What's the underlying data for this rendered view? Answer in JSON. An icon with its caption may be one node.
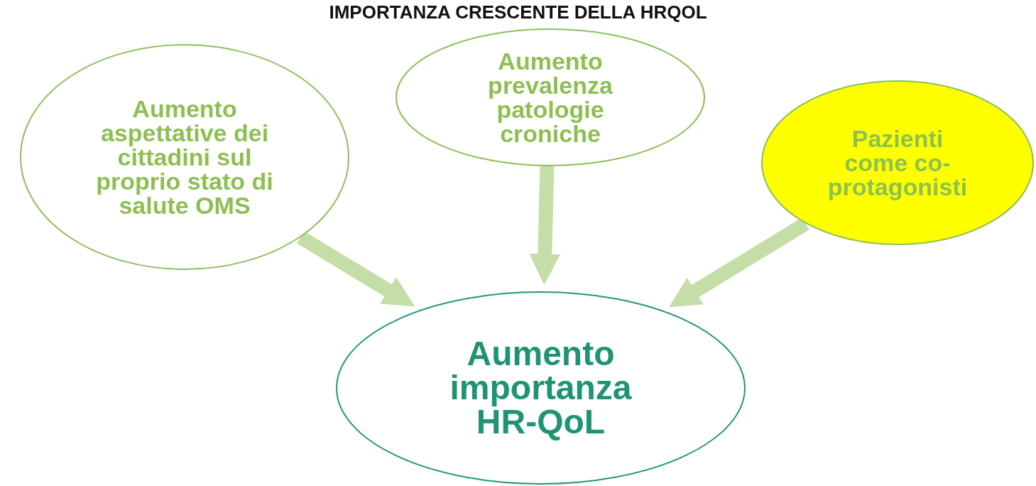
{
  "diagram": {
    "title": "IMPORTANZA CRESCENTE DELLA HRQOL",
    "nodes": [
      {
        "text": [
          "Aumento aspettative dei cittadini sul proprio stato di salute OMS"
        ]
      },
      {
        "text": [
          "Aumento prevalenza patologie croniche"
        ]
      },
      {
        "text": [
          "Pazienti come co-protagonisti"
        ]
      },
      {
        "text": [
          "Aumento importanza HR-QoL"
        ]
      }
    ],
    "edges": [
      {
        "from": 0,
        "to": 3,
        "arrow": "to"
      },
      {
        "from": 1,
        "to": 3,
        "arrow": "to"
      },
      {
        "from": 2,
        "to": 3,
        "arrow": "to"
      }
    ]
  }
}
